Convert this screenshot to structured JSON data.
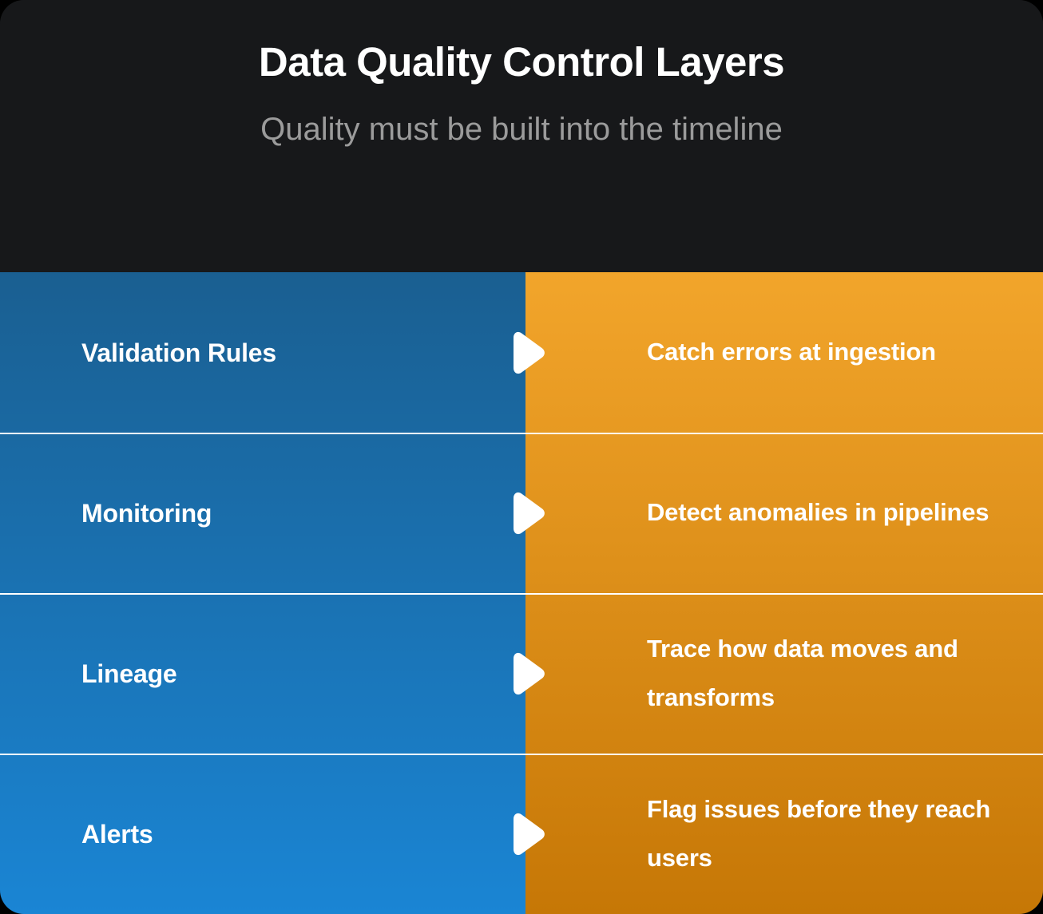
{
  "header": {
    "title": "Data Quality Control Layers",
    "subtitle": "Quality must be built into the timeline",
    "background_color": "#17181A",
    "title_color": "#FFFFFF",
    "subtitle_color": "#9B9B9B"
  },
  "theme": {
    "left_panel_gradient_top": "#1A5F91",
    "left_panel_gradient_bottom": "#1A85D4",
    "right_panel_gradient_top": "#F2A52B",
    "right_panel_gradient_bottom": "#C67706",
    "divider_color": "#FFFFFF",
    "arrow_color": "#FFFFFF",
    "text_color": "#FFFFFF",
    "page_background": "#000000"
  },
  "rows": [
    {
      "layer": "Validation Rules",
      "description": "Catch errors at ingestion",
      "arrow": "play-triangle-right-icon"
    },
    {
      "layer": "Monitoring",
      "description": "Detect anomalies in pipelines",
      "arrow": "play-triangle-right-icon"
    },
    {
      "layer": "Lineage",
      "description": "Trace how data moves and transforms",
      "arrow": "play-triangle-right-icon"
    },
    {
      "layer": "Alerts",
      "description": "Flag issues before they reach users",
      "arrow": "play-triangle-right-icon"
    }
  ]
}
